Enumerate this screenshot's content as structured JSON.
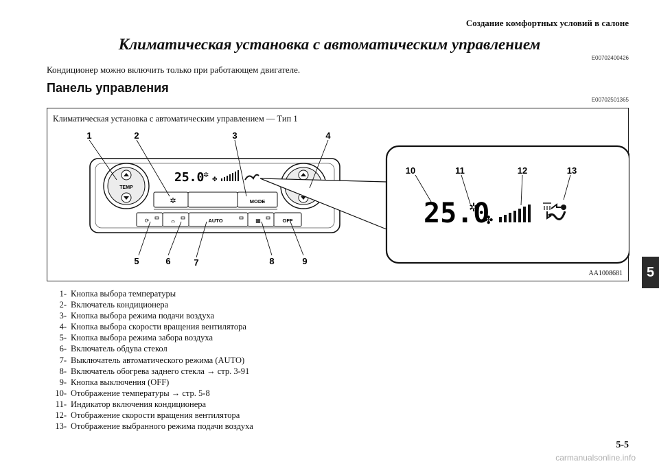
{
  "page": {
    "header": "Создание комфортных условий в салоне",
    "title": "Климатическая установка с автоматическим управлением",
    "title_code": "E00702400426",
    "intro": "Кондиционер можно включить только при работающем двигателе.",
    "section_title": "Панель управления",
    "section_code": "E00702501365",
    "side_tab": "5",
    "page_number": "5-5",
    "watermark": "carmanualsonline.info"
  },
  "figure": {
    "caption": "Климатическая установка с автоматическим управлением — Тип 1",
    "figure_id": "AA1008681",
    "callouts": [
      "1",
      "2",
      "3",
      "4",
      "5",
      "6",
      "7",
      "8",
      "9",
      "10",
      "11",
      "12",
      "13"
    ],
    "panel_labels": {
      "temp": "TEMP",
      "mode": "MODE",
      "auto": "AUTO",
      "off": "OFF",
      "display_temp": "25.0",
      "zoom_temp": "25.0"
    }
  },
  "legend": [
    {
      "num": "1-",
      "text": "Кнопка выбора температуры"
    },
    {
      "num": "2-",
      "text": "Включатель кондиционера"
    },
    {
      "num": "3-",
      "text": "Кнопка выбора режима подачи воздуха"
    },
    {
      "num": "4-",
      "text": "Кнопка выбора скорости вращения вентилятора"
    },
    {
      "num": "5-",
      "text": "Кнопка выбора режима забора воздуха"
    },
    {
      "num": "6-",
      "text": "Включатель обдува стекол"
    },
    {
      "num": "7-",
      "text": "Выключатель автоматического режима (AUTO)"
    },
    {
      "num": "8-",
      "text": "Включатель обогрева заднего стекла → стр. 3-91"
    },
    {
      "num": "9-",
      "text": "Кнопка выключения (OFF)"
    },
    {
      "num": "10-",
      "text": "Отображение температуры → стр. 5-8"
    },
    {
      "num": "11-",
      "text": "Индикатор включения кондиционера"
    },
    {
      "num": "12-",
      "text": "Отображение скорости вращения вентилятора"
    },
    {
      "num": "13-",
      "text": "Отображение выбранного режима подачи воздуха"
    }
  ]
}
